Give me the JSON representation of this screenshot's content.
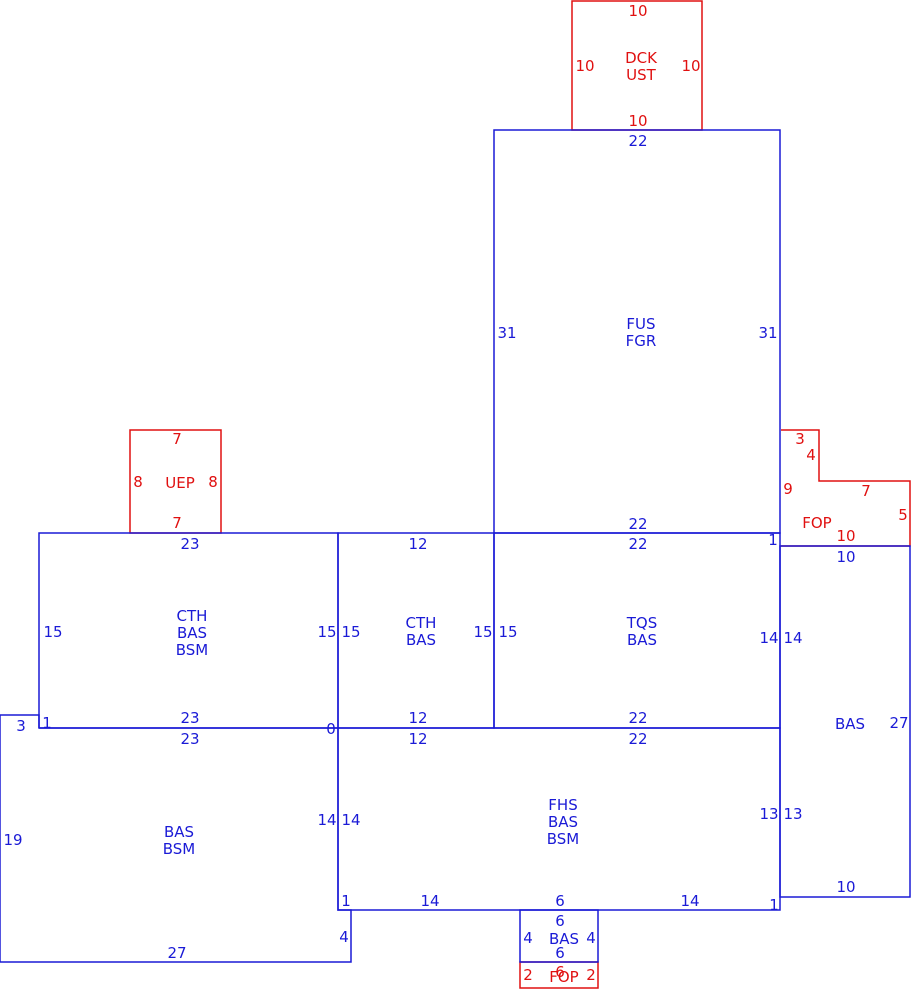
{
  "colors": {
    "living": "#1a1ad6",
    "exterior": "#e01010"
  },
  "areas": {
    "dck": {
      "codes": [
        "DCK",
        "UST"
      ],
      "dims": {
        "top": "10",
        "left": "10",
        "right": "10",
        "bottom": "10"
      }
    },
    "fus": {
      "codes": [
        "FUS",
        "FGR"
      ],
      "dims": {
        "top": "22",
        "left": "31",
        "right": "31",
        "bottom": "22"
      }
    },
    "uep": {
      "codes": [
        "UEP"
      ],
      "dims": {
        "top": "7",
        "left": "8",
        "right": "8",
        "bottom": "7"
      }
    },
    "fop_right": {
      "codes": [
        "FOP"
      ],
      "dims": {
        "a": "3",
        "b": "4",
        "c": "9",
        "d": "7",
        "e": "5",
        "f": "10",
        "g": "1"
      }
    },
    "cth_left": {
      "codes": [
        "CTH",
        "BAS",
        "BSM"
      ],
      "dims": {
        "top": "23",
        "left": "15",
        "right": "15",
        "bottom": "23"
      }
    },
    "cth_mid": {
      "codes": [
        "CTH",
        "BAS"
      ],
      "dims": {
        "top": "12",
        "left": "15",
        "right": "15",
        "bottom": "12"
      }
    },
    "tqs": {
      "codes": [
        "TQS",
        "BAS"
      ],
      "dims": {
        "top": "22",
        "left": "15",
        "right": "14",
        "bottom": "22"
      }
    },
    "bas_right": {
      "codes": [
        "BAS"
      ],
      "dims": {
        "top": "10",
        "left": "14",
        "mid": "13",
        "right": "27",
        "bottom": "10"
      }
    },
    "bas_left": {
      "codes": [
        "BAS",
        "BSM"
      ],
      "dims": {
        "top": "23",
        "left": "19",
        "jog_top": "3",
        "jog_side": "1",
        "right": "14",
        "corner": "0",
        "step": "4",
        "bottom": "27"
      }
    },
    "fhs": {
      "codes": [
        "FHS",
        "BAS",
        "BSM"
      ],
      "dims": {
        "top_left": "12",
        "top_right": "22",
        "left": "14",
        "right": "13",
        "bottom_left": "14",
        "bottom_mid": "6",
        "bottom_right": "14",
        "corner_left": "1",
        "corner_right": "1"
      }
    },
    "bas_small": {
      "codes": [
        "BAS"
      ],
      "dims": {
        "top": "6",
        "left": "4",
        "right": "4",
        "bottom": "6"
      }
    },
    "fop_bottom": {
      "codes": [
        "FOP"
      ],
      "dims": {
        "top": "6",
        "left": "2",
        "right": "2"
      }
    }
  }
}
